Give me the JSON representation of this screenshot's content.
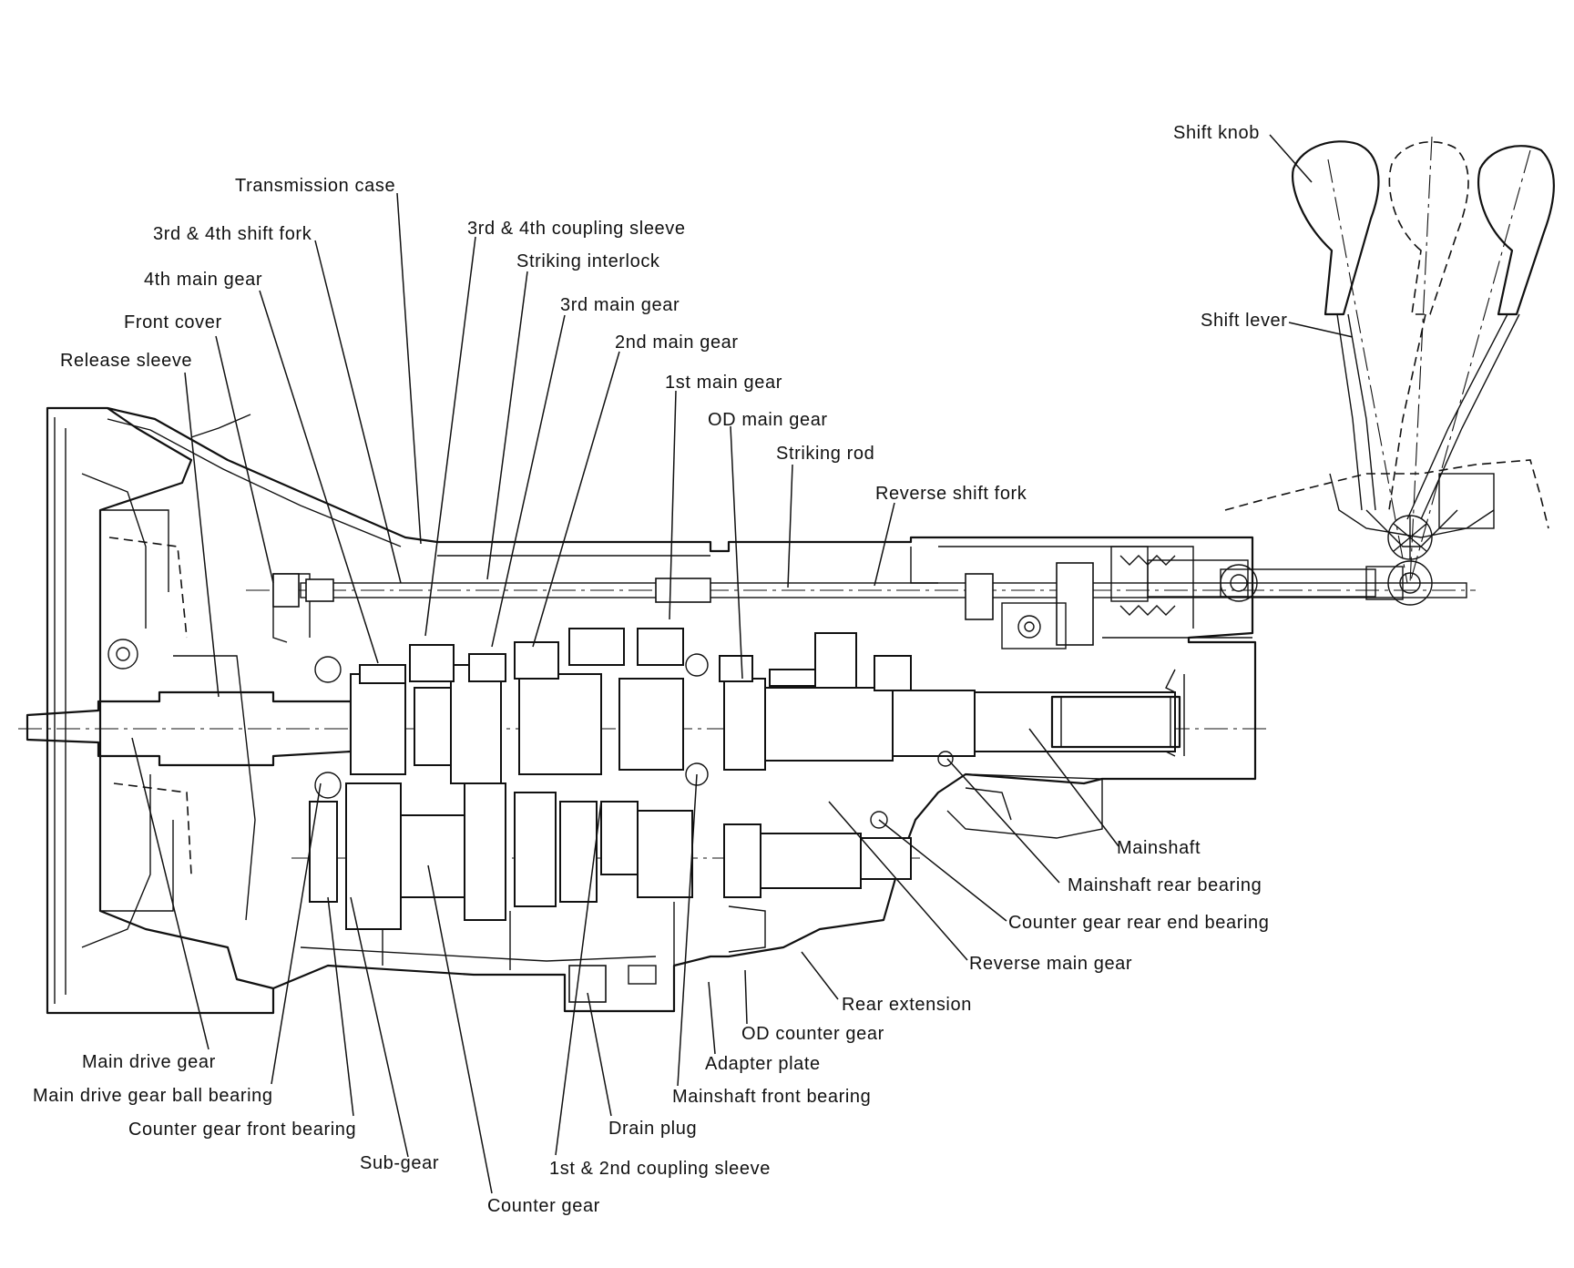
{
  "labels": {
    "shift_knob": "Shift knob",
    "shift_lever": "Shift lever",
    "transmission_case": "Transmission case",
    "third_fourth_shift_fork": "3rd & 4th shift fork",
    "third_fourth_coupling_sleeve": "3rd & 4th coupling sleeve",
    "striking_interlock": "Striking interlock",
    "fourth_main_gear": "4th main gear",
    "third_main_gear": "3rd main gear",
    "front_cover": "Front cover",
    "second_main_gear": "2nd main gear",
    "release_sleeve": "Release sleeve",
    "first_main_gear": "1st main gear",
    "od_main_gear": "OD main gear",
    "striking_rod": "Striking rod",
    "reverse_shift_fork": "Reverse shift fork",
    "mainshaft": "Mainshaft",
    "mainshaft_rear_bearing": "Mainshaft rear bearing",
    "counter_gear_rear_end_bearing": "Counter gear rear end bearing",
    "reverse_main_gear": "Reverse main gear",
    "rear_extension": "Rear extension",
    "od_counter_gear": "OD counter gear",
    "adapter_plate": "Adapter plate",
    "mainshaft_front_bearing": "Mainshaft front bearing",
    "drain_plug": "Drain plug",
    "first_second_coupling_sleeve": "1st & 2nd coupling sleeve",
    "counter_gear": "Counter gear",
    "sub_gear": "Sub-gear",
    "counter_gear_front_bearing": "Counter gear front bearing",
    "main_drive_gear_ball_bearing": "Main drive gear ball bearing",
    "main_drive_gear": "Main drive gear"
  }
}
